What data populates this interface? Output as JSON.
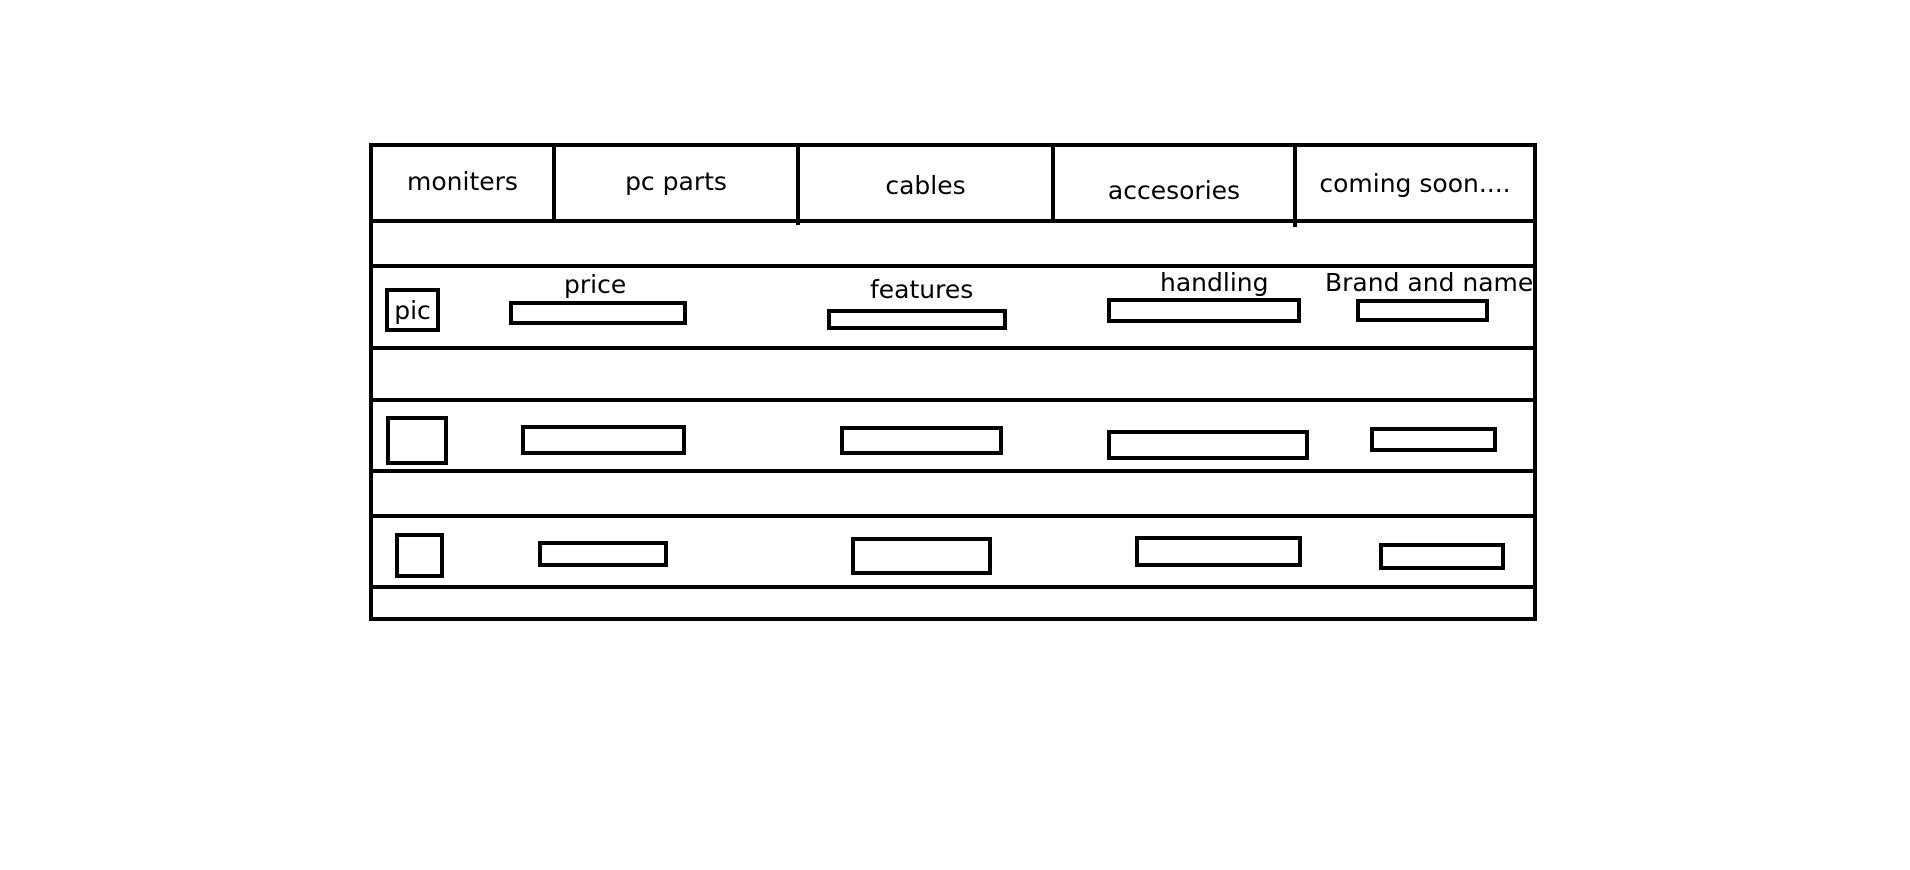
{
  "nav": {
    "tabs": [
      {
        "label": "moniters"
      },
      {
        "label": "pc parts"
      },
      {
        "label": "cables"
      },
      {
        "label": "accesories"
      },
      {
        "label": "coming soon...."
      }
    ]
  },
  "listing": {
    "columns": {
      "pic": "pic",
      "price": "price",
      "features": "features",
      "handling": "handling",
      "brand": "Brand and name"
    }
  }
}
